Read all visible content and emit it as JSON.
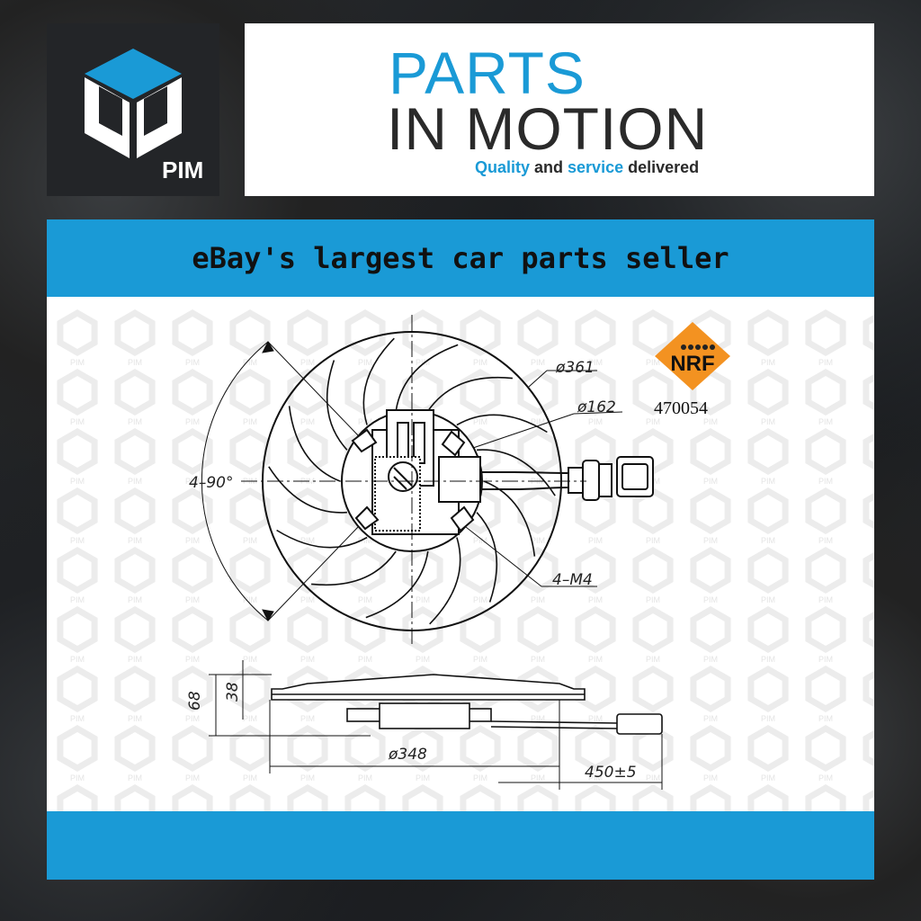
{
  "logo": {
    "abbr": "PIM"
  },
  "brand": {
    "line1": "PARTS",
    "line2": "IN MOTION",
    "tagline_quality": "Quality",
    "tagline_and": " and ",
    "tagline_service": "service",
    "tagline_delivered": " delivered"
  },
  "banner": {
    "text": "eBay's largest car parts seller"
  },
  "watermark": {
    "text": "PIM"
  },
  "product": {
    "maker": "NRF",
    "code": "470054",
    "dims": {
      "outer_diameter": "ø361",
      "hub_diameter": "ø162",
      "angle": "4–90°",
      "screws": "4–M4",
      "height_total": "68",
      "height_blade": "38",
      "blade_diameter": "ø348",
      "cable_length": "450±5"
    }
  },
  "colors": {
    "accent": "#1a9ad6",
    "nrf_orange": "#f39221"
  }
}
